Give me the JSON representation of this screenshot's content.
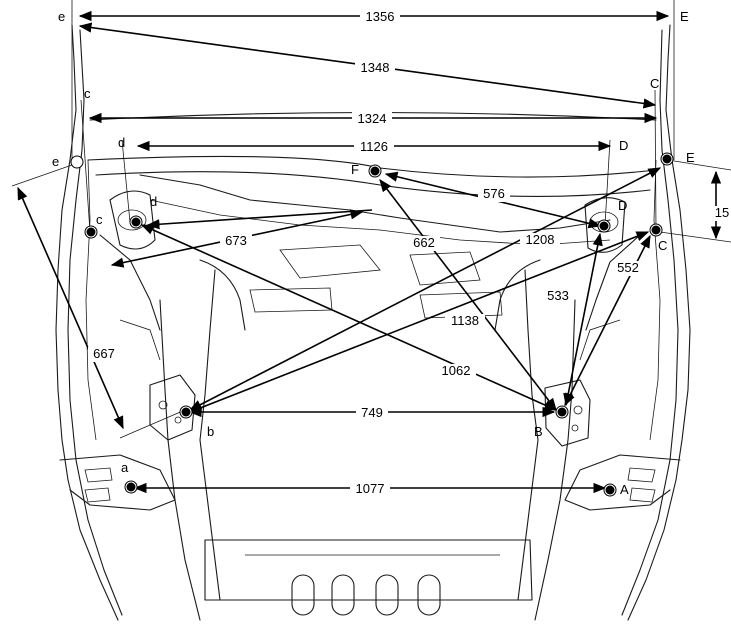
{
  "points": [
    {
      "name": "e",
      "label": "e"
    },
    {
      "name": "E",
      "label": "E"
    },
    {
      "name": "c",
      "label": "c"
    },
    {
      "name": "C",
      "label": "C"
    },
    {
      "name": "d",
      "label": "d"
    },
    {
      "name": "D",
      "label": "D"
    },
    {
      "name": "F",
      "label": "F"
    },
    {
      "name": "b",
      "label": "b"
    },
    {
      "name": "B",
      "label": "B"
    },
    {
      "name": "a",
      "label": "a"
    },
    {
      "name": "A",
      "label": "A"
    }
  ],
  "dimensions": [
    {
      "from": "e",
      "to": "E",
      "value": "1356"
    },
    {
      "from": "e",
      "to": "C",
      "value": "1348"
    },
    {
      "from": "c",
      "to": "C",
      "value": "1324"
    },
    {
      "from": "d",
      "to": "D",
      "value": "1126"
    },
    {
      "from": "F",
      "to": "D",
      "value": "576"
    },
    {
      "from": "d",
      "to": "F",
      "value": "673"
    },
    {
      "from": "F",
      "to": "B",
      "value": "662"
    },
    {
      "from": "b",
      "to": "E",
      "value": "1208"
    },
    {
      "from": "b",
      "to": "C",
      "value": "1138"
    },
    {
      "from": "d",
      "to": "B",
      "value": "1062"
    },
    {
      "from": "D",
      "to": "B",
      "value": "533"
    },
    {
      "from": "C",
      "to": "B",
      "value": "552"
    },
    {
      "from": "e",
      "to": "b",
      "value": "667"
    },
    {
      "from": "b",
      "to": "B",
      "value": "749"
    },
    {
      "from": "a",
      "to": "A",
      "value": "1077"
    },
    {
      "from": "E",
      "to": "C",
      "value": "15"
    }
  ]
}
